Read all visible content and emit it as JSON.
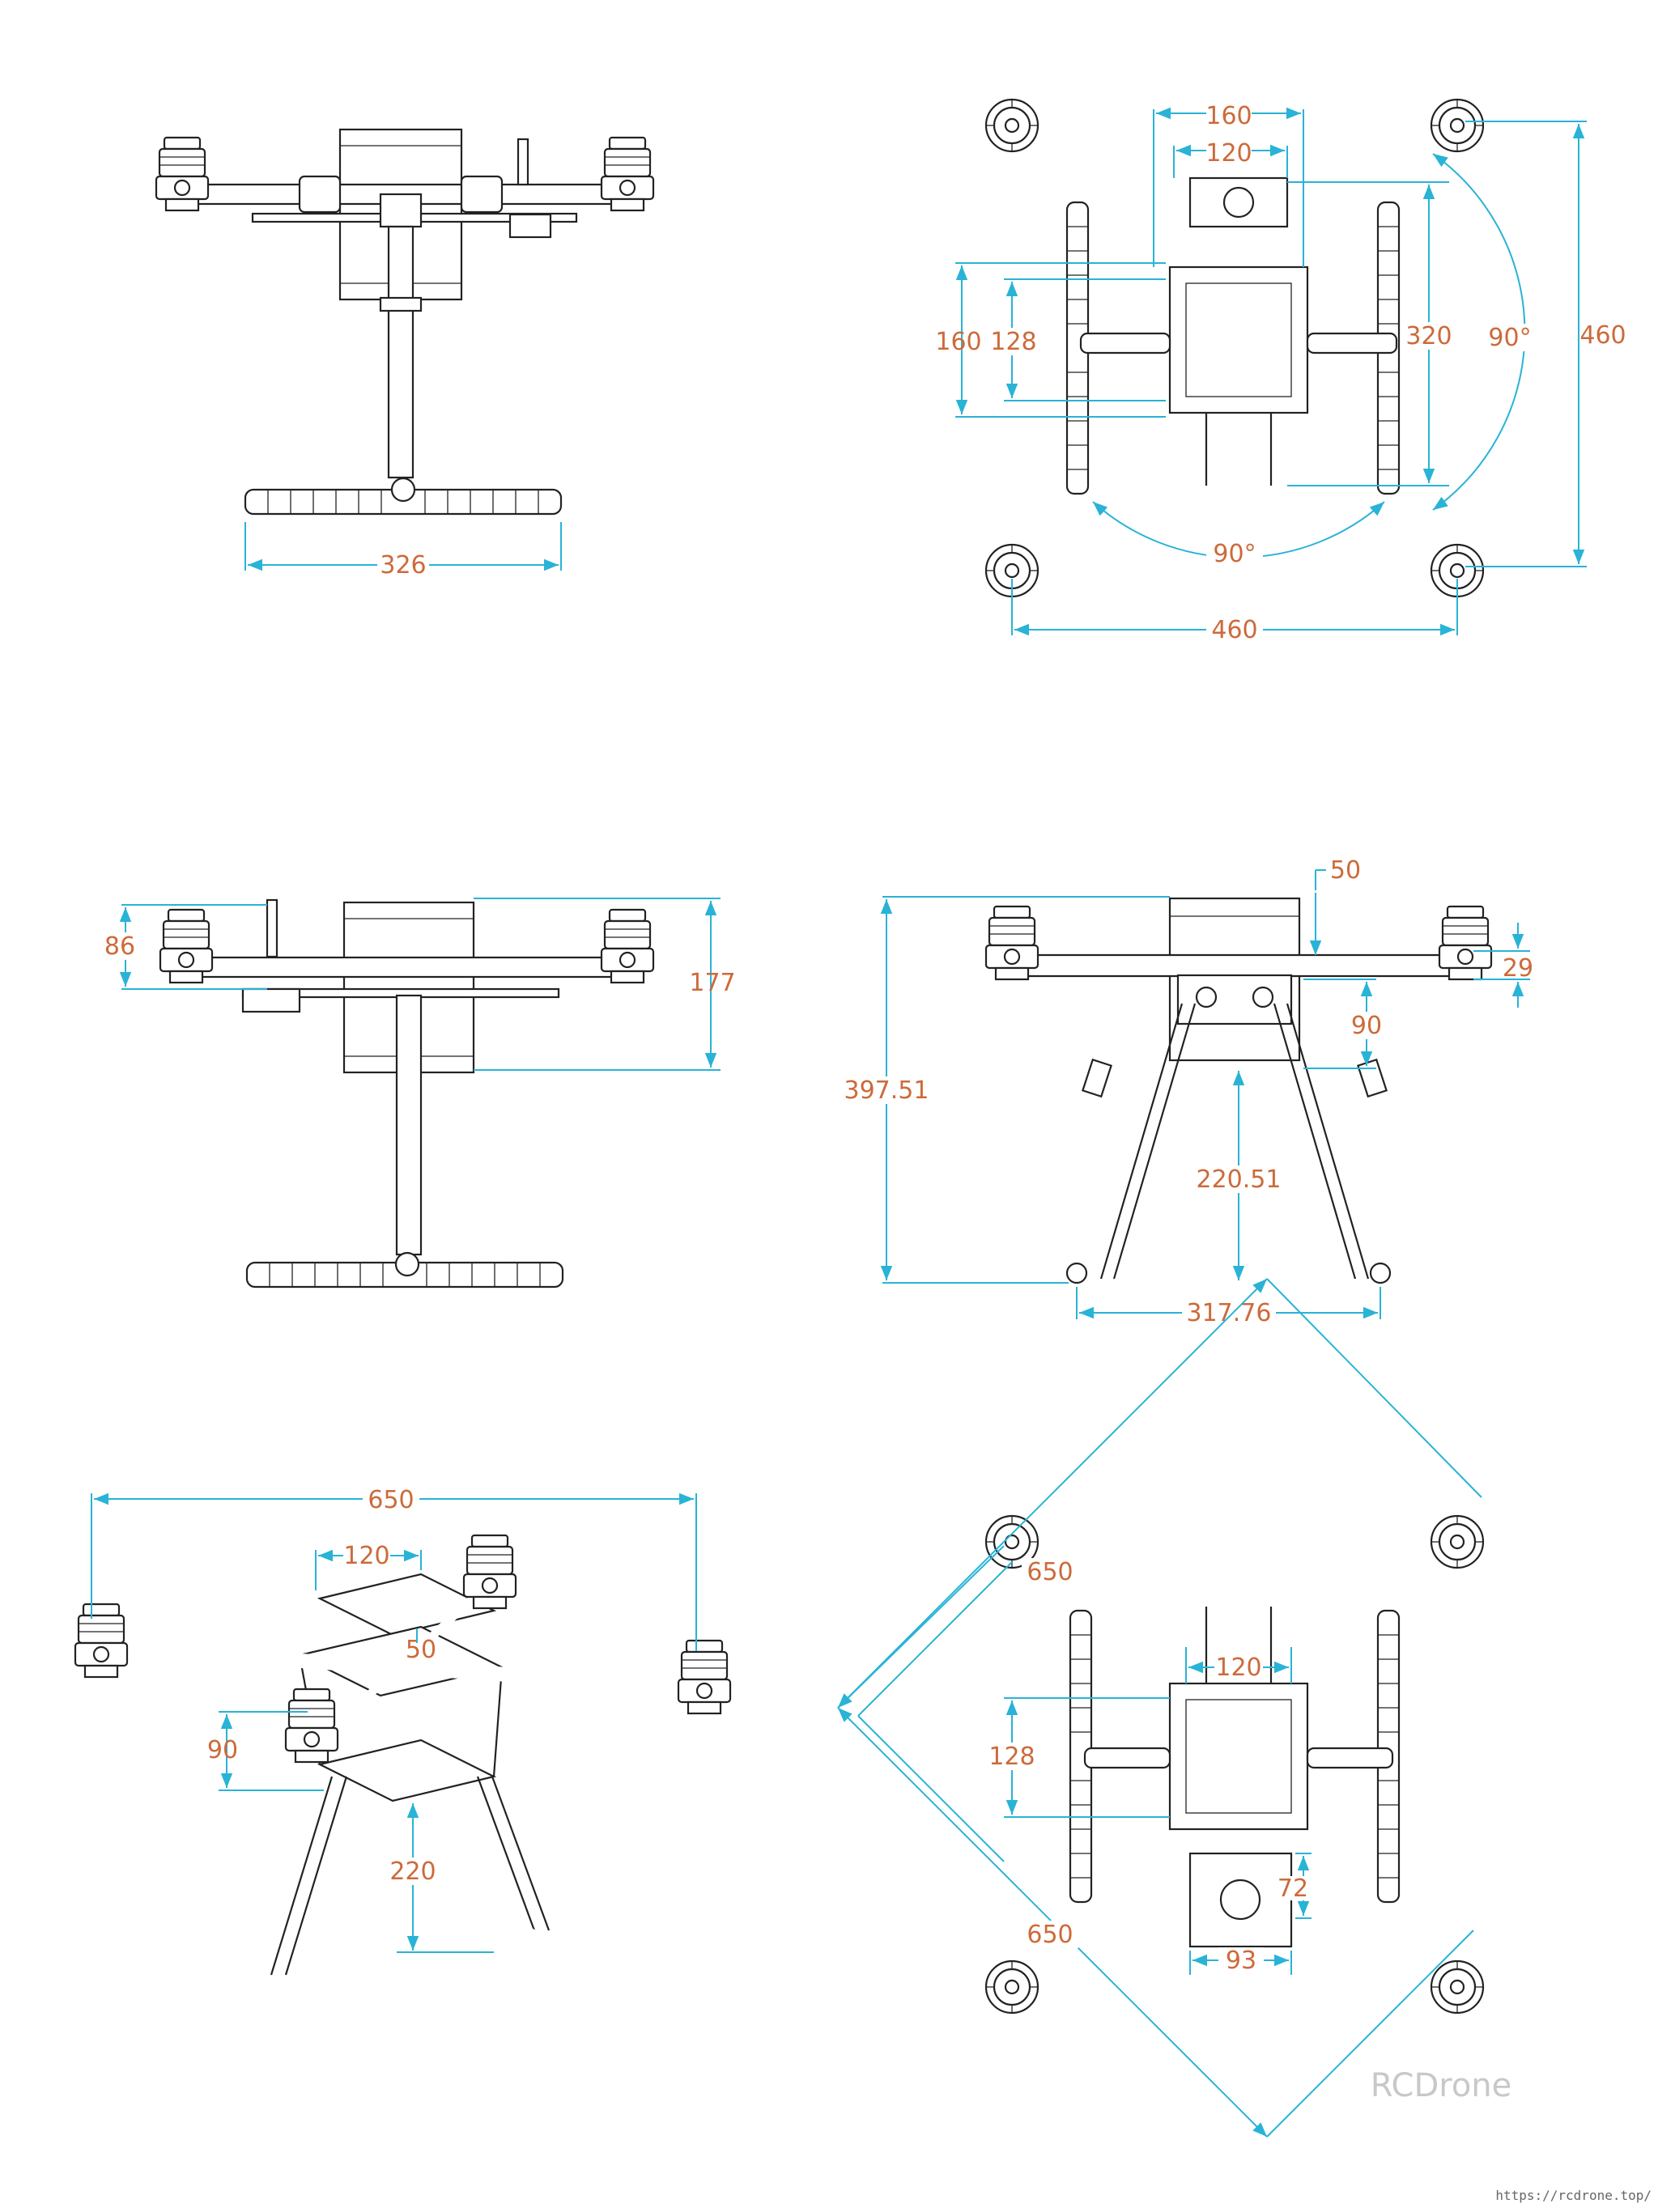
{
  "colors": {
    "dimension_text": "#cd6a3a",
    "dimension_line": "#29b3d6",
    "drawing_line": "#222222",
    "watermark": "#c8c8c8"
  },
  "views": {
    "front_view_top": {
      "width": "326"
    },
    "top_view": {
      "top_outer": "160",
      "top_inner": "120",
      "left_outer": "160",
      "left_inner": "128",
      "right_inner": "320",
      "angle_right": "90°",
      "angle_bottom": "90°",
      "height": "460",
      "width": "460"
    },
    "front_view_mid": {
      "motor_height": "86",
      "body_height": "177"
    },
    "side_view": {
      "total_height": "397.51",
      "arm_offset": "50",
      "motor_offset": "29",
      "body_depth": "90",
      "ground_clearance": "220.51",
      "track_width": "317.76"
    },
    "iso_view": {
      "span": "650",
      "plate": "120",
      "offset": "50",
      "body_height": "90",
      "clearance": "220"
    },
    "bottom_view": {
      "diag_upper": "650",
      "diag_lower": "650",
      "plate_top": "120",
      "plate_side": "128",
      "mount_height": "72",
      "mount_width": "93"
    }
  },
  "watermark": {
    "brand": "RCDrone",
    "url": "https://rcdrone.top/"
  }
}
